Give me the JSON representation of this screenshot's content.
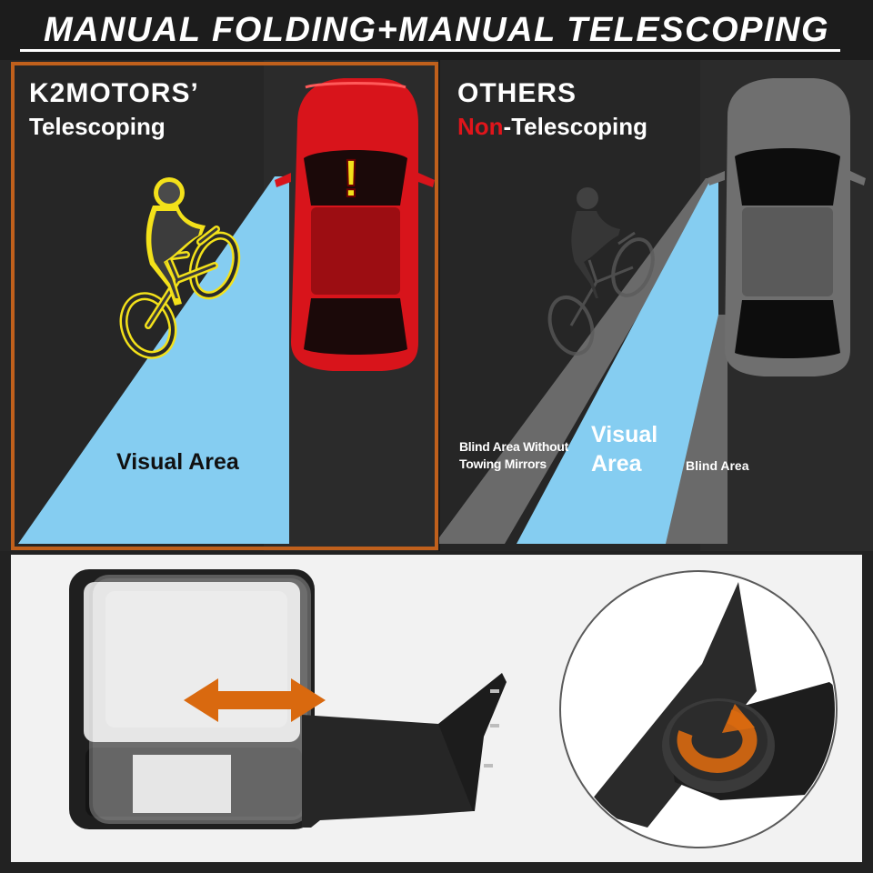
{
  "banner": {
    "title": "MANUAL FOLDING+MANUAL TELESCOPING"
  },
  "left_panel": {
    "brand": "K2MOTORS’",
    "subtitle": "Telescoping",
    "visual_area_label": "Visual Area",
    "warning_symbol": "!",
    "car_color": "#d8141b",
    "border_color": "#c0601c",
    "cyclist_highlight_color": "#f3e11a"
  },
  "right_panel": {
    "brand": "OTHERS",
    "subtitle_highlight": "Non",
    "subtitle_rest": "-Telescoping",
    "blind_area_without_label": "Blind Area Without Towing Mirrors",
    "visual_area_label": "Visual Area",
    "blind_area_label": "Blind Area",
    "car_color": "#6f6f6f",
    "highlight_color": "#e0151b"
  },
  "colors": {
    "visual_area": "#85cdf1",
    "blind_area": "#6a6a6a",
    "arrow": "#d9690f"
  },
  "icons": {
    "telescoping": "double-arrow-icon",
    "folding": "rotate-arrow-icon"
  }
}
